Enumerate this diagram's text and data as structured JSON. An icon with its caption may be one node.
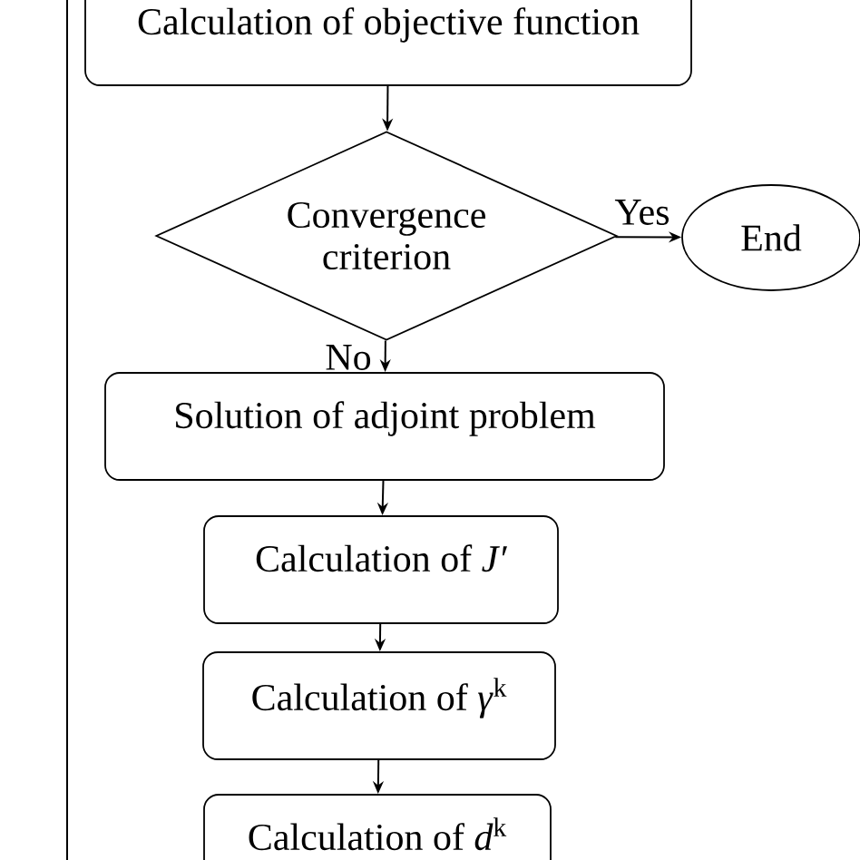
{
  "diagram": {
    "nodes": [
      {
        "text": [
          "Calculation of objective function"
        ]
      },
      {
        "text": [
          "Convergence criterion"
        ]
      },
      {
        "text": [
          "End"
        ]
      },
      {
        "text": [
          "Solution of adjoint problem"
        ]
      },
      {
        "text": [
          "Calculation of *J′*"
        ]
      },
      {
        "text": [
          "Calculation of *γ*$^{k}$"
        ]
      },
      {
        "text": [
          "Calculation of *d*$^{k}$"
        ]
      }
    ],
    "edges": [
      {
        "from": 0,
        "to": 1,
        "arrow": "to"
      },
      {
        "from": 1,
        "to": 2,
        "arrow": "to",
        "label": "Yes"
      },
      {
        "from": 1,
        "to": 3,
        "arrow": "to",
        "label": "No"
      },
      {
        "from": 3,
        "to": 4,
        "arrow": "to"
      },
      {
        "from": 4,
        "to": 5,
        "arrow": "to"
      },
      {
        "from": 5,
        "to": 6,
        "arrow": "to"
      }
    ]
  }
}
